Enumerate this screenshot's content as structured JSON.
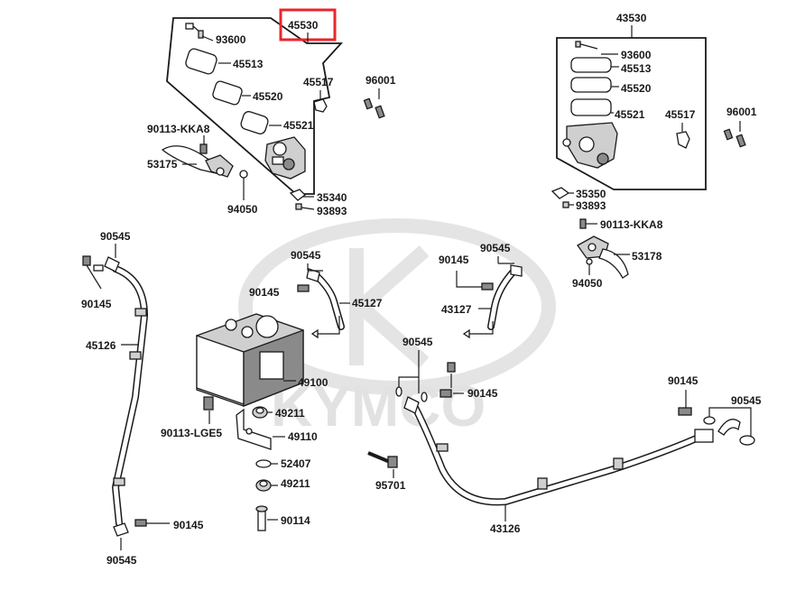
{
  "watermark": {
    "text": "KYMCO",
    "logo": "kymco-oval-logo"
  },
  "highlight_color": "#e8262c",
  "labels": {
    "45530": "45530",
    "93600_l": "93600",
    "45513_l": "45513",
    "45520_l": "45520",
    "45521_l": "45521",
    "45517_l": "45517",
    "90113kka8_l": "90113-KKA8",
    "53175": "53175",
    "94050_l": "94050",
    "96001_l": "96001",
    "35340": "35340",
    "93893_l": "93893",
    "43530": "43530",
    "93600_r": "93600",
    "45513_r": "45513",
    "45520_r": "45520",
    "45521_r": "45521",
    "45517_r": "45517",
    "96001_r": "96001",
    "35350": "35350",
    "93893_r": "93893",
    "90113kka8_r": "90113-KKA8",
    "53178": "53178",
    "94050_r": "94050",
    "90545_a": "90545",
    "90145_a": "90145",
    "45126": "45126",
    "90145_b": "90145",
    "90545_b": "90545",
    "90545_c": "90545",
    "90145_c": "90145",
    "45127": "45127",
    "90545_d": "90545",
    "90145_d": "90145",
    "43127": "43127",
    "49100": "49100",
    "49211_a": "49211",
    "90113lge5": "90113-LGE5",
    "49110": "49110",
    "52407": "52407",
    "49211_b": "49211",
    "90114": "90114",
    "90545_e": "90545",
    "90145_e": "90145",
    "95701": "95701",
    "43126": "43126",
    "90145_f": "90145",
    "90545_f": "90545"
  }
}
